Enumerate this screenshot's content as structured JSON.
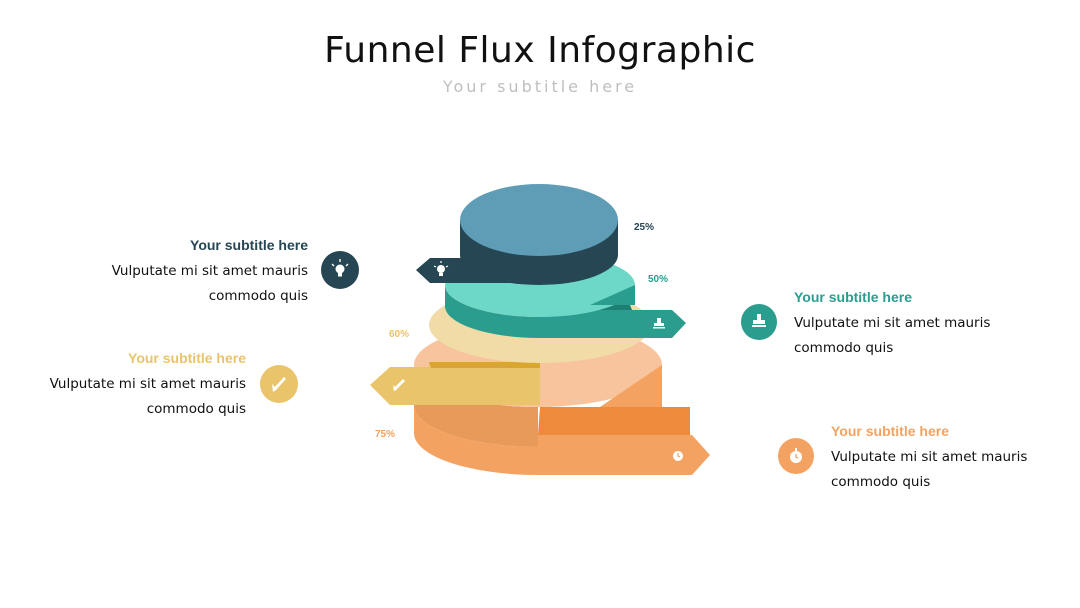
{
  "title": "Funnel Flux Infographic",
  "subtitle": "Your subtitle here",
  "colors": {
    "navy": "#264653",
    "blue_top": "#5f9db7",
    "teal": "#2a9d8f",
    "teal_light": "#6dd8c8",
    "yellow": "#e9c46a",
    "yellow_light": "#f1dba6",
    "orange": "#f4a261",
    "orange_light": "#f7c49d"
  },
  "levels": [
    {
      "percent": "25%",
      "icon": "lightbulb-icon",
      "heading": "Your subtitle here",
      "line1": "Vulputate mi sit amet mauris",
      "line2": "commodo quis"
    },
    {
      "percent": "50%",
      "icon": "stamp-icon",
      "heading": "Your subtitle here",
      "line1": "Vulputate mi sit amet mauris",
      "line2": "commodo quis"
    },
    {
      "percent": "60%",
      "icon": "rocket-icon",
      "heading": "Your subtitle here",
      "line1": "Vulputate mi sit amet mauris",
      "line2": "commodo quis"
    },
    {
      "percent": "75%",
      "icon": "stopwatch-icon",
      "heading": "Your subtitle here",
      "line1": "Vulputate mi sit amet mauris",
      "line2": "commodo quis"
    }
  ]
}
